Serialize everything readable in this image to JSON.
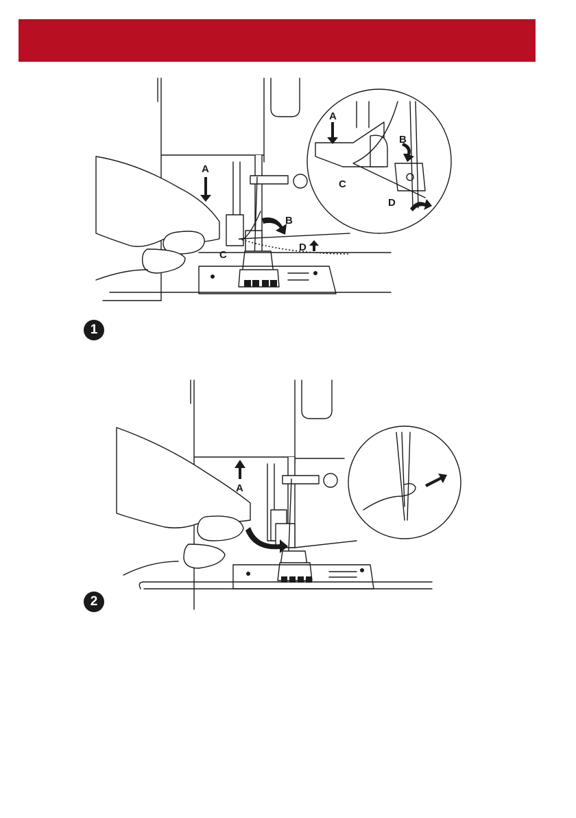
{
  "header": {
    "color": "#b90f22"
  },
  "figure1": {
    "step": "1",
    "labels": {
      "a": "A",
      "b": "B",
      "c": "C",
      "d": "D"
    },
    "inset_labels": {
      "a": "A",
      "b": "B",
      "c": "C",
      "d": "D"
    }
  },
  "figure2": {
    "step": "2",
    "labels": {
      "a": "A"
    }
  }
}
